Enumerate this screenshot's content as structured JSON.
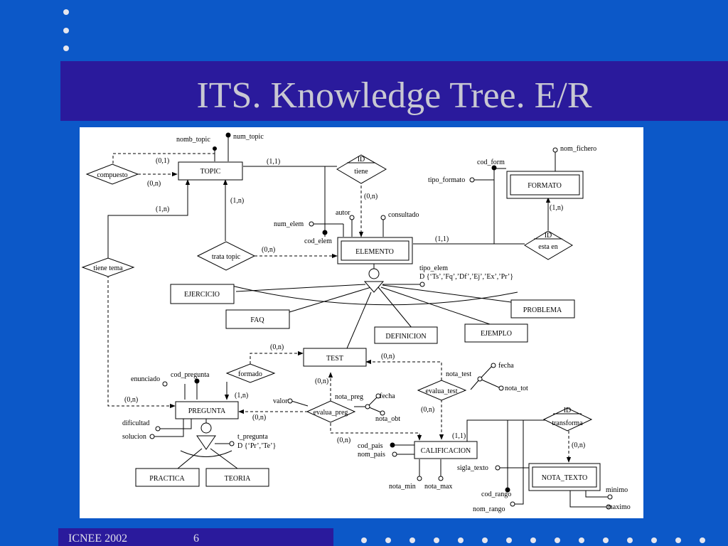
{
  "slide": {
    "title": "ITS. Knowledge Tree. E/R",
    "footer": {
      "conference": "ICNEE 2002",
      "page": "6"
    },
    "colors": {
      "background": "#0c58c8",
      "band": "#2a1a9c",
      "title_text": "#c8c8d2"
    }
  },
  "diagram": {
    "entities": {
      "topic": "TOPIC",
      "formato": "FORMATO",
      "elemento": "ELEMENTO",
      "ejercicio": "EJERCICIO",
      "faq": "FAQ",
      "definicion": "DEFINICION",
      "ejemplo": "EJEMPLO",
      "problema": "PROBLEMA",
      "test": "TEST",
      "pregunta": "PREGUNTA",
      "calificacion": "CALIFICACION",
      "nota_texto": "NOTA_TEXTO",
      "practica": "PRACTICA",
      "teoria": "TEORIA"
    },
    "relationships": {
      "compuesto": "compuesto",
      "tiene": "tiene",
      "tiene_id": "ID",
      "trata_topic": "trata topic",
      "tiene_tema": "tiene tema",
      "esta_en": "esta en",
      "esta_en_id": "ID",
      "formado": "formado",
      "evalua_test": "evalua_test",
      "evalua_preg": "evalua_preg",
      "transforma": "transforma",
      "transforma_id": "ID"
    },
    "attributes": {
      "nomb_topic": "nomb_topic",
      "num_topic": "num_topic",
      "nom_fichero": "nom_fichero",
      "cod_form": "cod_form",
      "tipo_formato": "tipo_formato",
      "autor": "autor",
      "consultado": "consultado",
      "num_elem": "num_elem",
      "cod_elem": "cod_elem",
      "tipo_elem": "tipo_elem",
      "tipo_elem_domain": "D {‘Ts’,’Fq’,’Df’,’Ej’,’Ex’,’Pr’}",
      "fecha_test": "fecha",
      "nota_test": "nota_test",
      "nota_tot": "nota_tot",
      "enunciado": "enunciado",
      "cod_pregunta": "cod_pregunta",
      "valor": "valor",
      "nota_preg": "nota_preg",
      "fecha_preg": "fecha",
      "nota_obt": "nota_obt",
      "dificultad": "dificultad",
      "solucion": "solucion",
      "t_pregunta": "t_pregunta",
      "t_pregunta_domain": "D {‘Pr’,’Te’}",
      "cod_pais": "cod_pais",
      "nom_pais": "nom_pais",
      "nota_min": "nota_min",
      "nota_max": "nota_max",
      "sigla_texto": "sigla_texto",
      "cod_rango": "cod_rango",
      "nom_rango": "nom_rango",
      "minimo": "minimo",
      "maximo": "maximo"
    },
    "cardinalities": {
      "compuesto_top": "(0,1)",
      "compuesto_bottom": "(0,n)",
      "topic_tiene": "(1,1)",
      "tiene_elemento": "(0,n)",
      "trata_topic_topic": "(1,n)",
      "tiene_tema_topic": "(1,n)",
      "trata_topic_elemento": "(0,n)",
      "elemento_esta_en": "(1,1)",
      "esta_en_formato": "(1,n)",
      "formado_test": "(0,n)",
      "test_evalua_test": "(0,n)",
      "formado_pregunta": "(1,n)",
      "evalua_preg_test": "(0,n)",
      "tiene_tema_pregunta": "(0,n)",
      "evalua_preg_pregunta": "(0,n)",
      "evalua_test_calif": "(0,n)",
      "evalua_preg_calif": "(0,n)",
      "calif_transforma": "(1,1)",
      "transforma_nota": "(0,n)"
    }
  }
}
